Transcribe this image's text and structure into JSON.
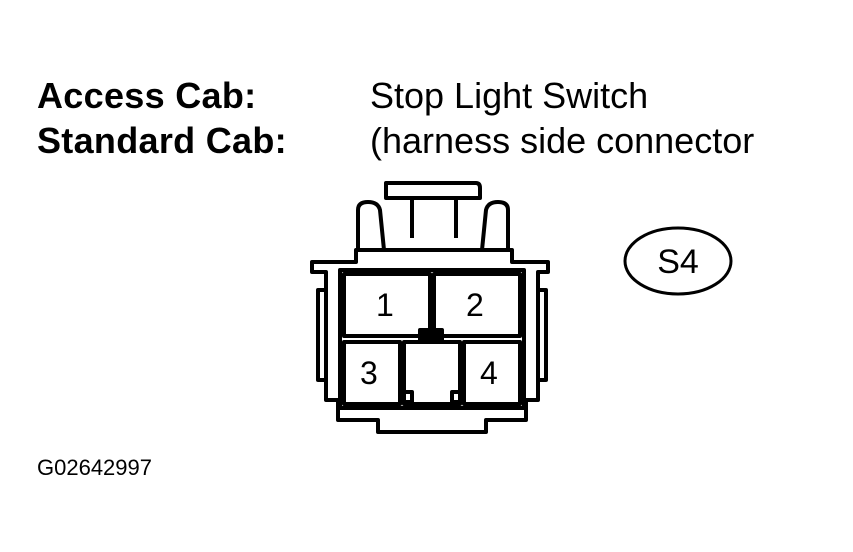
{
  "labels": {
    "access_cab": "Access Cab:",
    "standard_cab": "Standard Cab:"
  },
  "title": {
    "line1": "Stop Light Switch",
    "line2": "(harness side connector"
  },
  "connector": {
    "code": "S4",
    "pins": [
      "1",
      "2",
      "3",
      "4"
    ]
  },
  "figure_id": "G02642997"
}
